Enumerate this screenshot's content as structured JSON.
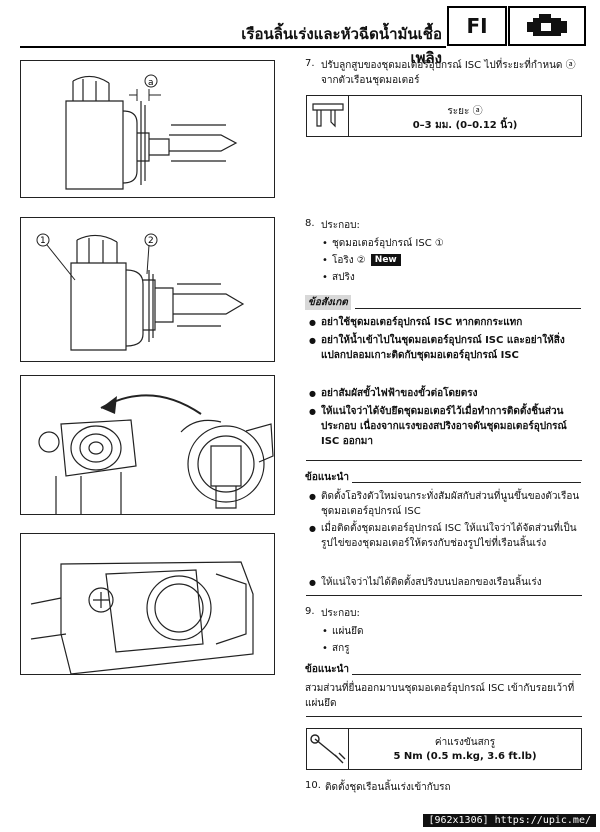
{
  "header": {
    "title": "เรือนลิ้นเร่งและหัวฉีดน้ำมันเชื้อเพลิง",
    "section_code": "FI"
  },
  "step7": {
    "number": "7.",
    "text": "ปรับลูกสูบของชุดมอเตอร์อุปกรณ์ ISC ไปที่ระยะที่กำหนด ⓐ จากตัวเรือนชุดมอเตอร์",
    "spec_label": "ระยะ ⓐ",
    "spec_value": "0–3 มม. (0–0.12 นิ้ว)"
  },
  "step8": {
    "number": "8.",
    "title": "ประกอบ:",
    "items": [
      "ชุดมอเตอร์อุปกรณ์ ISC ①",
      "โอริง ②",
      "สปริง"
    ],
    "new_badge": "New"
  },
  "caution": {
    "label": "ข้อสังเกต",
    "items": [
      "อย่าใช้ชุดมอเตอร์อุปกรณ์ ISC หากตกกระแทก",
      "อย่าให้น้ำเข้าไปในชุดมอเตอร์อุปกรณ์ ISC และอย่าให้สิ่งแปลกปลอมเกาะติดกับชุดมอเตอร์อุปกรณ์ ISC",
      "อย่าสัมผัสขั้วไฟฟ้าของขั้วต่อโดยตรง",
      "ให้แน่ใจว่าได้จับยึดชุดมอเตอร์ไว้เมื่อทำการติดตั้งชิ้นส่วนประกอบ เนื่องจากแรงของสปริงอาจดันชุดมอเตอร์อุปกรณ์ ISC ออกมา"
    ]
  },
  "tip1": {
    "label": "ข้อแนะนำ",
    "items": [
      "ติดตั้งโอริงตัวใหม่จนกระทั่งสัมผัสกับส่วนที่นูนขึ้นของตัวเรือนชุดมอเตอร์อุปกรณ์ ISC",
      "เมื่อติดตั้งชุดมอเตอร์อุปกรณ์ ISC ให้แน่ใจว่าได้จัดส่วนที่เป็นรูปไข่ของชุดมอเตอร์ให้ตรงกับช่องรูปไข่ที่เรือนลิ้นเร่ง",
      "ให้แน่ใจว่าไม่ได้ติดตั้งสปริงบนปลอกของเรือนลิ้นเร่ง"
    ]
  },
  "step9": {
    "number": "9.",
    "title": "ประกอบ:",
    "items": [
      "แผ่นยึด",
      "สกรู"
    ]
  },
  "tip2": {
    "label": "ข้อแนะนำ",
    "text": "สวมส่วนที่ยื่นออกมาบนชุดมอเตอร์อุปกรณ์ ISC เข้ากับรอยเว้าที่แผ่นยึด"
  },
  "torque": {
    "label": "ค่าแรงขันสกรู",
    "value": "5 Nm (0.5 m.kg, 3.6 ft.lb)"
  },
  "step10": {
    "number": "10.",
    "text": "ติดตั้งชุดเรือนลิ้นเร่งเข้ากับรถ"
  },
  "figures": {
    "fig1_callout": "a",
    "fig2_callouts": [
      "1",
      "2"
    ]
  },
  "footer": {
    "tag": "[962x1306] https://upic.me/"
  },
  "icons": {
    "engine": "engine-icon",
    "caliper": "caliper-icon",
    "torque": "torque-wrench-icon"
  }
}
